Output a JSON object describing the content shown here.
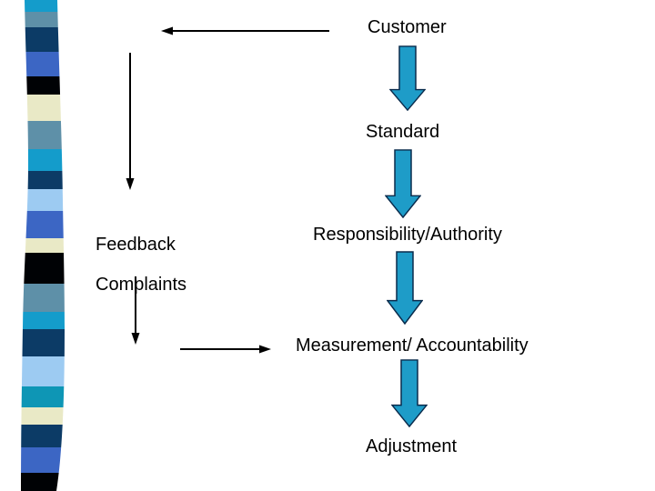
{
  "slide": {
    "nodes": [
      {
        "id": "customer",
        "label": "Customer"
      },
      {
        "id": "standard",
        "label": "Standard"
      },
      {
        "id": "responsibility",
        "label": "Responsibility/Authority"
      },
      {
        "id": "measurement",
        "label": "Measurement/ Accountability"
      },
      {
        "id": "adjustment",
        "label": "Adjustment"
      }
    ],
    "side_label": {
      "line1": "Feedback",
      "line2": "Complaints"
    },
    "colors": {
      "background": "#ffffff",
      "text": "#000000",
      "connector": "#000000",
      "flow_arrow_fill": "#1E9CC8",
      "flow_arrow_border": "#0A2B4C"
    },
    "ribbon": {
      "stripes": [
        {
          "color": "#149CCB",
          "h": 13
        },
        {
          "color": "#5E90A8",
          "h": 17
        },
        {
          "color": "#0C3B66",
          "h": 27
        },
        {
          "color": "#3C66C4",
          "h": 27
        },
        {
          "color": "#000205",
          "h": 20
        },
        {
          "color": "#E9E9C6",
          "h": 29
        },
        {
          "color": "#5E90A8",
          "h": 31
        },
        {
          "color": "#149CCB",
          "h": 24
        },
        {
          "color": "#0C3B66",
          "h": 20
        },
        {
          "color": "#9DCBF2",
          "h": 24
        },
        {
          "color": "#3C66C4",
          "h": 30
        },
        {
          "color": "#E9E9C6",
          "h": 16
        },
        {
          "color": "#000205",
          "h": 34
        },
        {
          "color": "#5E90A8",
          "h": 31
        },
        {
          "color": "#149CCB",
          "h": 19
        },
        {
          "color": "#0C3B66",
          "h": 30
        },
        {
          "color": "#9DCBF2",
          "h": 33
        },
        {
          "color": "#0E96B5",
          "h": 23
        },
        {
          "color": "#E9E9C6",
          "h": 19
        },
        {
          "color": "#0C3B66",
          "h": 25
        },
        {
          "color": "#3C66C4",
          "h": 28
        },
        {
          "color": "#000205",
          "h": 20
        }
      ]
    }
  }
}
